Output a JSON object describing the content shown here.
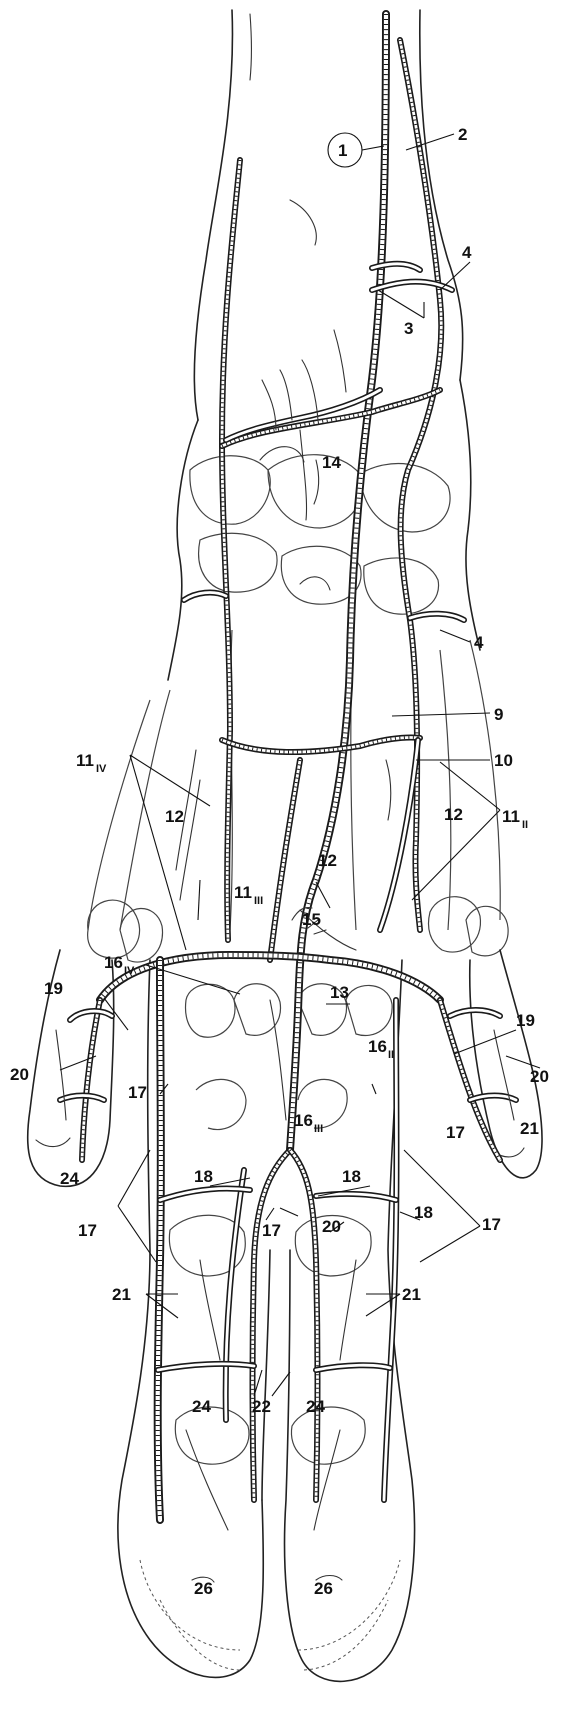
{
  "labels": {
    "l1": "1",
    "l2": "2",
    "l3": "3",
    "l4a": "4",
    "l4b": "4",
    "l9": "9",
    "l10": "10",
    "l11iv": "11",
    "l11iv_sub": "IV",
    "l11iii": "11",
    "l11iii_sub": "III",
    "l11ii": "11",
    "l11ii_sub": "II",
    "l12a": "12",
    "l12b": "12",
    "l12c": "12",
    "l13": "13",
    "l14": "14",
    "l15": "15",
    "l16iv": "16",
    "l16iv_sub": "IV",
    "l16ii": "16",
    "l16ii_sub": "II",
    "l16iii": "16",
    "l16iii_sub": "III",
    "l17a": "17",
    "l17b": "17",
    "l17c": "17",
    "l17d": "17",
    "l17e": "17",
    "l18a": "18",
    "l18b": "18",
    "l18c": "18",
    "l19a": "19",
    "l19b": "19",
    "l20a": "20",
    "l20b": "20",
    "l20c": "20",
    "l21a": "21",
    "l21b": "21",
    "l21c": "21",
    "l22": "22",
    "l24a": "24",
    "l24b": "24",
    "l24c": "24",
    "l26a": "26",
    "l26b": "26"
  }
}
